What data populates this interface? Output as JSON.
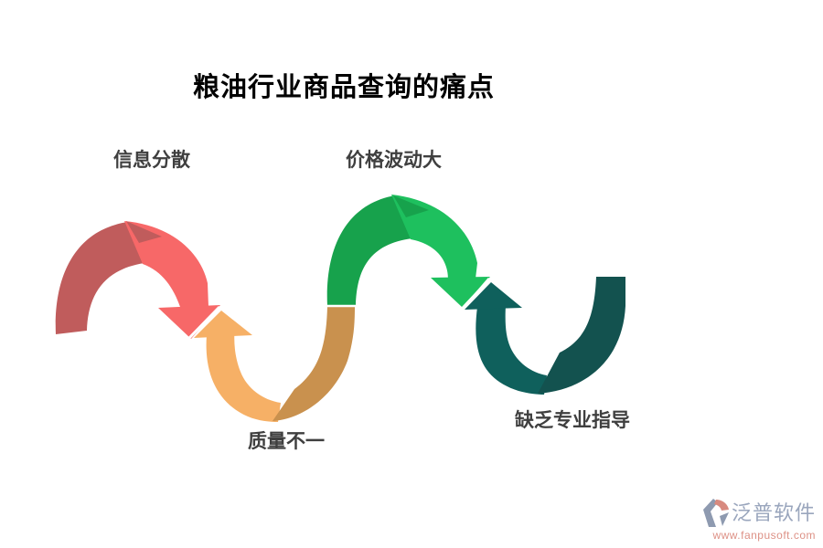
{
  "title": "粮油行业商品查询的痛点",
  "diagram": {
    "type": "wave-ribbon-arrows",
    "label_color": "#3f3f3f",
    "segments": [
      {
        "id": "info-scattered",
        "label": "信息分散",
        "shape": "arch-down-arrow",
        "color_dark": "#c05c5c",
        "color_light": "#f76868",
        "label_position": "top"
      },
      {
        "id": "quality-uneven",
        "label": "质量不一",
        "shape": "valley-up-arrow",
        "color_dark": "#c9914e",
        "color_light": "#f6b066",
        "label_position": "bottom"
      },
      {
        "id": "price-volatile",
        "label": "价格波动大",
        "shape": "arch-down-arrow",
        "color_dark": "#17a24c",
        "color_light": "#1ec05e",
        "label_position": "top"
      },
      {
        "id": "lack-guidance",
        "label": "缺乏专业指导",
        "shape": "valley-up-arrow",
        "color_dark": "#13524f",
        "color_light": "#0f605c",
        "label_position": "bottom"
      }
    ]
  },
  "watermark": {
    "name": "泛普软件",
    "url": "www.fanpusoft.com",
    "name_color": "#9aa6bd",
    "url_color": "#dd9186",
    "icon_gray": "#8e9ab0",
    "icon_salmon": "#d88a7f"
  }
}
